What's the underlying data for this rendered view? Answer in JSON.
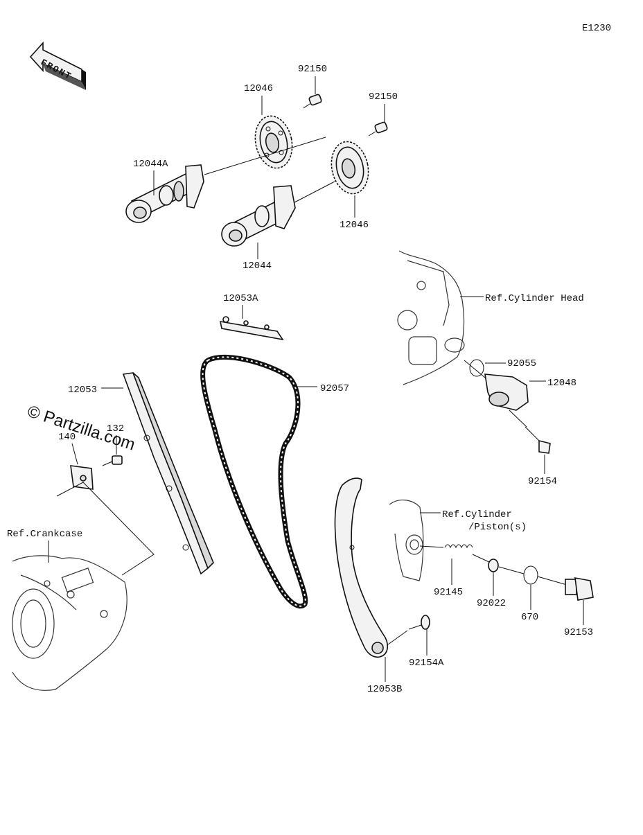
{
  "diagram_code": "E1230",
  "front_arrow_label": "FRONT",
  "watermark": "© Partzilla.com",
  "labels": {
    "bolt_a": "92150",
    "bolt_b": "92150",
    "sprocket_top": "12046",
    "sprocket_bottom": "12046",
    "camshaft_a": "12044A",
    "camshaft": "12044",
    "guide_upper": "12053A",
    "guide_left": "12053",
    "chain": "92057",
    "plate": "140",
    "plate_bolt": "132",
    "ref_crankcase": "Ref.Crankcase",
    "ref_cylinder_head": "Ref.Cylinder Head",
    "oring": "92055",
    "tensioner": "12048",
    "tensioner_bolt": "92154",
    "ref_cyl_piston_1": "Ref.Cylinder",
    "ref_cyl_piston_2": "/Piston(s)",
    "spring": "92145",
    "washer": "92022",
    "gasket_ring": "670",
    "plug": "92153",
    "pivot_bolt": "92154A",
    "guide_lower": "12053B"
  }
}
